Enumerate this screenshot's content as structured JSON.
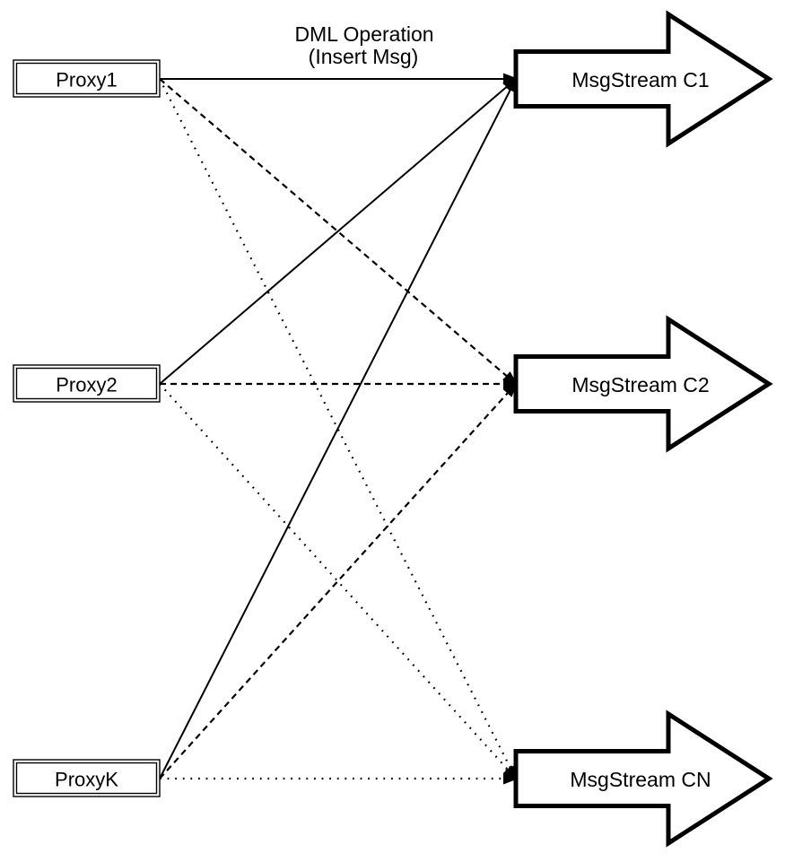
{
  "diagram": {
    "annotation": {
      "line1": "DML Operation",
      "line2": "(Insert Msg)"
    },
    "proxies": [
      {
        "label": "Proxy1"
      },
      {
        "label": "Proxy2"
      },
      {
        "label": "ProxyK"
      }
    ],
    "streams": [
      {
        "label": "MsgStream C1"
      },
      {
        "label": "MsgStream C2"
      },
      {
        "label": "MsgStream CN"
      }
    ],
    "edges": [
      {
        "from": "Proxy1",
        "to": "MsgStream C1",
        "style": "solid"
      },
      {
        "from": "Proxy2",
        "to": "MsgStream C1",
        "style": "solid"
      },
      {
        "from": "ProxyK",
        "to": "MsgStream C1",
        "style": "solid"
      },
      {
        "from": "Proxy1",
        "to": "MsgStream C2",
        "style": "dashed"
      },
      {
        "from": "Proxy2",
        "to": "MsgStream C2",
        "style": "dashed"
      },
      {
        "from": "ProxyK",
        "to": "MsgStream C2",
        "style": "dashed"
      },
      {
        "from": "Proxy1",
        "to": "MsgStream CN",
        "style": "dotted"
      },
      {
        "from": "Proxy2",
        "to": "MsgStream CN",
        "style": "dotted"
      },
      {
        "from": "ProxyK",
        "to": "MsgStream CN",
        "style": "dotted"
      }
    ],
    "colors": {
      "ink": "#000000",
      "background": "#ffffff"
    }
  }
}
